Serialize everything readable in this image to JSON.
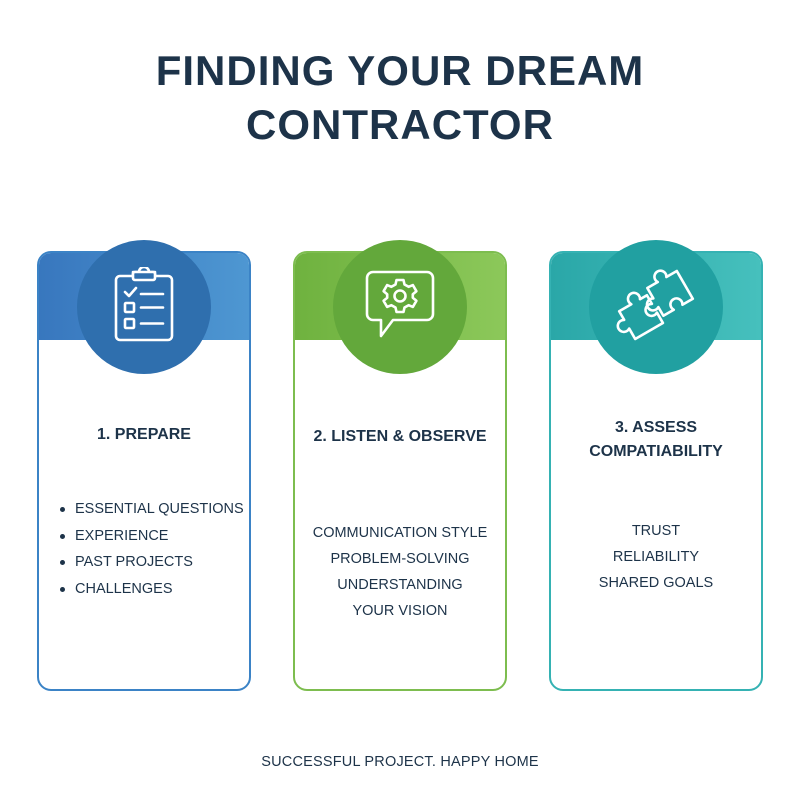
{
  "title": {
    "line1": "FINDING YOUR DREAM",
    "line2": "CONTRACTOR"
  },
  "steps": [
    {
      "title": "1. PREPARE",
      "icon": "clipboard-checklist-icon",
      "items": [
        "ESSENTIAL QUESTIONS",
        "EXPERIENCE",
        "PAST PROJECTS",
        "CHALLENGES"
      ]
    },
    {
      "title": "2. LISTEN & OBSERVE",
      "icon": "speech-bubble-gear-icon",
      "items": [
        "COMMUNICATION STYLE",
        "PROBLEM-SOLVING",
        "UNDERSTANDING YOUR VISION"
      ]
    },
    {
      "title_line1": "3. ASSESS",
      "title_line2": "COMPATIABILITY",
      "icon": "puzzle-pieces-icon",
      "items": [
        "TRUST",
        "RELIABILITY",
        "SHARED GOALS"
      ]
    }
  ],
  "footer": "SUCCESSFUL PROJECT. HAPPY HOME",
  "colors": {
    "blue": "#3b83c6",
    "green": "#7dbd4f",
    "teal": "#35b2b3",
    "text": "#1d3349"
  }
}
